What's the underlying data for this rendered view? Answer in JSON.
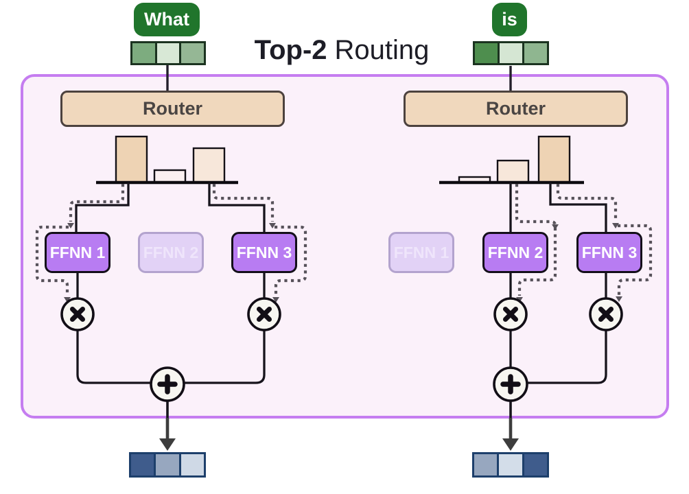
{
  "title": {
    "bold": "Top-2",
    "rest": "Routing"
  },
  "tokens": [
    {
      "label": "What",
      "cells": [
        "#7dac7f",
        "#d8e8d6",
        "#95b795"
      ]
    },
    {
      "label": "is",
      "cells": [
        "#4e8e4e",
        "#d5e6d3",
        "#8fb690"
      ]
    }
  ],
  "routers": [
    {
      "label": "Router"
    },
    {
      "label": "Router"
    }
  ],
  "experts": [
    [
      {
        "label": "FFNN 1",
        "state": "selected"
      },
      {
        "label": "FFNN 2",
        "state": "inactive"
      },
      {
        "label": "FFNN 3",
        "state": "selected"
      }
    ],
    [
      {
        "label": "FFNN 1",
        "state": "inactive"
      },
      {
        "label": "FFNN 2",
        "state": "selected"
      },
      {
        "label": "FFNN 3",
        "state": "selected"
      }
    ]
  ],
  "outputs": [
    {
      "cells": [
        "#3f5c8c",
        "#97a7bf",
        "#cfd9e6"
      ]
    },
    {
      "cells": [
        "#97a7bf",
        "#d3dde9",
        "#3f5c8c"
      ]
    }
  ],
  "bars": {
    "heights": [
      [
        67,
        18,
        50
      ],
      [
        8,
        32,
        67
      ]
    ],
    "colors": [
      [
        "#eed3b4",
        "#fbf0f1",
        "#f7e7da"
      ],
      [
        "#fbf0f1",
        "#f7e7da",
        "#eed3b4"
      ]
    ]
  },
  "chart_data": [
    {
      "type": "bar",
      "title": "Router distribution for token 'What'",
      "categories": [
        "FFNN 1",
        "FFNN 2",
        "FFNN 3"
      ],
      "values": [
        0.5,
        0.13,
        0.37
      ],
      "ylim": [
        0,
        1
      ],
      "note": "top-2 selected: FFNN 1 and FFNN 3"
    },
    {
      "type": "bar",
      "title": "Router distribution for token 'is'",
      "categories": [
        "FFNN 1",
        "FFNN 2",
        "FFNN 3"
      ],
      "values": [
        0.07,
        0.3,
        0.63
      ],
      "ylim": [
        0,
        1
      ],
      "note": "top-2 selected: FFNN 2 and FFNN 3"
    }
  ],
  "colors": {
    "container_border": "#c57df0",
    "container_fill": "#fbf1fa",
    "router_fill": "#f0d8bd",
    "router_border": "#4c423e",
    "expert_selected_fill": "#b87cf2",
    "expert_inactive_fill": "#e2d2f6",
    "token_badge": "#20752c",
    "wire": "#17141c",
    "dotted_wire": "#57525a",
    "output_arrow": "#3d3d3d"
  }
}
